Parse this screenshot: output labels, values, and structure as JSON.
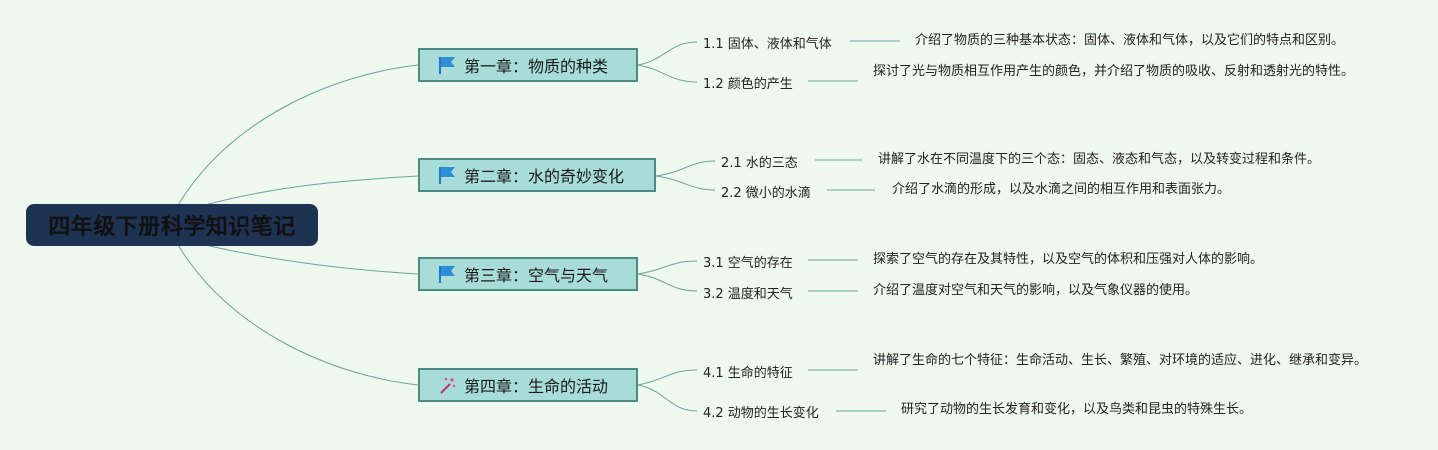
{
  "root": {
    "title": "四年级下册科学知识笔记"
  },
  "chapters": [
    {
      "title": "第一章：物质的种类",
      "icon": "blue-flag-icon",
      "topics": [
        {
          "label": "1.1 固体、液体和气体",
          "desc": "介绍了物质的三种基本状态：固体、液体和气体，以及它们的特点和区别。"
        },
        {
          "label": "1.2 颜色的产生",
          "desc": "探讨了光与物质相互作用产生的颜色，并介绍了物质的吸收、反射和透射光的特性。"
        }
      ]
    },
    {
      "title": "第二章：水的奇妙变化",
      "icon": "blue-flag-icon",
      "topics": [
        {
          "label": "2.1 水的三态",
          "desc": "讲解了水在不同温度下的三个态：固态、液态和气态，以及转变过程和条件。"
        },
        {
          "label": "2.2 微小的水滴",
          "desc": "介绍了水滴的形成，以及水滴之间的相互作用和表面张力。"
        }
      ]
    },
    {
      "title": "第三章：空气与天气",
      "icon": "blue-flag-icon",
      "topics": [
        {
          "label": "3.1 空气的存在",
          "desc": "探索了空气的存在及其特性，以及空气的体积和压强对人体的影响。"
        },
        {
          "label": "3.2 温度和天气",
          "desc": "介绍了温度对空气和天气的影响，以及气象仪器的使用。"
        }
      ]
    },
    {
      "title": "第四章：生命的活动",
      "icon": "magic-wand-icon",
      "topics": [
        {
          "label": "4.1 生命的特征",
          "desc": "讲解了生命的七个特征：生命活动、生长、繁殖、对环境的适应、进化、继承和变异。"
        },
        {
          "label": "4.2 动物的生长变化",
          "desc": "研究了动物的生长发育和变化，以及鸟类和昆虫的特殊生长。"
        }
      ]
    }
  ],
  "colors": {
    "background": "#eff8ee",
    "root_fill": "#1e3252",
    "chapter_fill": "#a8dcd9",
    "chapter_border": "#4e8a86",
    "connector": "#6aa39b",
    "flag": "#2d8fd6"
  }
}
